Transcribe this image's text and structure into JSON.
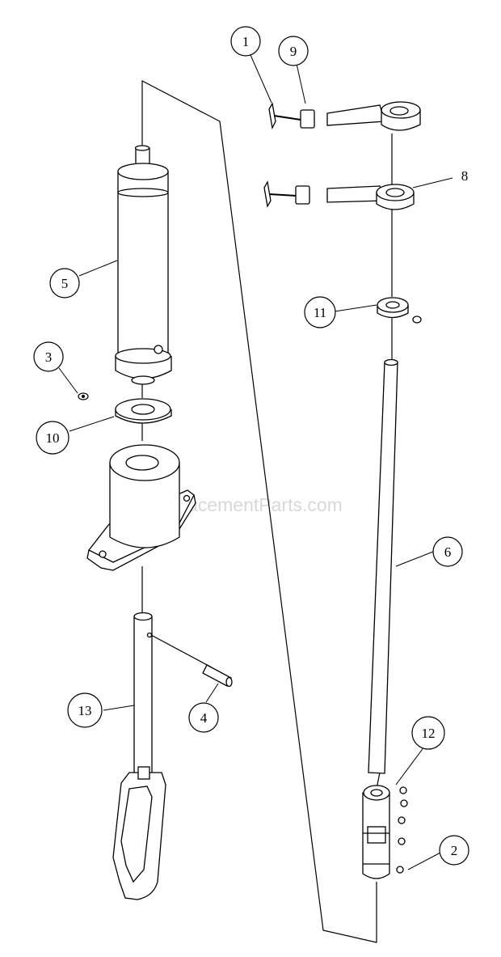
{
  "watermark": "eReplacementParts.com",
  "colors": {
    "line": "#000000",
    "part_fill": "#ffffff",
    "watermark": "#d8d8d8"
  },
  "callouts": [
    {
      "id": "1",
      "label": "1"
    },
    {
      "id": "9",
      "label": "9"
    },
    {
      "id": "8",
      "label": "8"
    },
    {
      "id": "5",
      "label": "5"
    },
    {
      "id": "11",
      "label": "11"
    },
    {
      "id": "3",
      "label": "3"
    },
    {
      "id": "10",
      "label": "10"
    },
    {
      "id": "6",
      "label": "6"
    },
    {
      "id": "13",
      "label": "13"
    },
    {
      "id": "4",
      "label": "4"
    },
    {
      "id": "12",
      "label": "12"
    },
    {
      "id": "2",
      "label": "2"
    }
  ]
}
